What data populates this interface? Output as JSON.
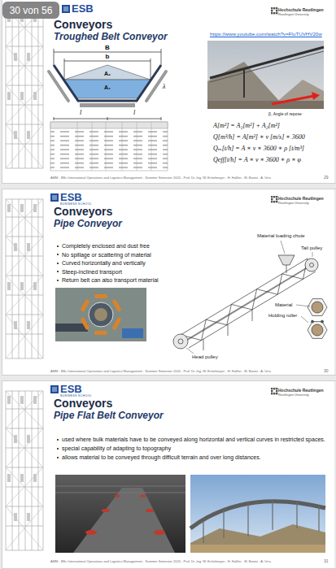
{
  "diagram": {
    "nodes": [
      {
        "text": [
          "30 von 56"
        ]
      },
      {
        "text": [
          "Conveyors",
          "Troughed Belt Conveyor"
        ]
      },
      {
        "text": [
          "Conveyors",
          "Pipe Conveyor"
        ]
      },
      {
        "text": [
          "Conveyors",
          "Pipe Flat Belt Conveyor"
        ]
      }
    ],
    "labels": [
      "ESB",
      "Hochschule Reutlingen",
      "Reutlingen University",
      "https://www.youtube.com/watch?v=FluTUVHV20w",
      "B",
      "b",
      "A₂",
      "A₁",
      "λ",
      "l",
      "l",
      "β, Angle of repose",
      "A[m²] = A₁[m²] + A₂[m²]",
      "Q[m³/h] = A[m²] ∗ v [m/s] ∗ 3600",
      "Qₘ[t/h] = A ∗ v ∗ 3600 ∗ ρ [t/m³]",
      "Qeff[t/h] = A ∗ v ∗ 3600 ∗ ρ ∗ φ",
      "AMM - BSc International Operations and Logistics Management - Summer Semester 2020 - Prof. Dr.-Ing. W. Echelmeyer - H. Haßler - M. Bonini - A. Urru",
      "29",
      "ESB",
      "BUSINESS SCHOOL",
      "Hochschule Reutlingen",
      "Reutlingen University",
      "Completely enclosed and dust free",
      "No spillage or scattering of material",
      "Curved horizontally and vertically",
      "Steep-inclined transport",
      "Return belt can also transport material",
      "Material loading chute",
      "Tail pulley",
      "Material",
      "Holding roller",
      "Head pulley",
      "AMM - BSc International Operations and Logistics Management - Summer Semester 2020 - Prof. Dr.-Ing. W. Echelmeyer - H. Haßler - M. Bonini - A. Urru",
      "30",
      "ESB",
      "BUSINESS SCHOOL",
      "Hochschule Reutlingen",
      "Reutlingen University",
      "used where bulk materials have to be conveyed along horizontal and vertical curves in restricted spaces.",
      "special capability of adapting to topography",
      "allows material to be conveyed through difficult terrain and over long distances.",
      "AMM - BSc International Operations and Logistics Management - Summer Semester 2020 - Prof. Dr.-Ing. W. Echelmeyer - H. Haßler - M. Bonini - A. Urru",
      "31"
    ]
  }
}
